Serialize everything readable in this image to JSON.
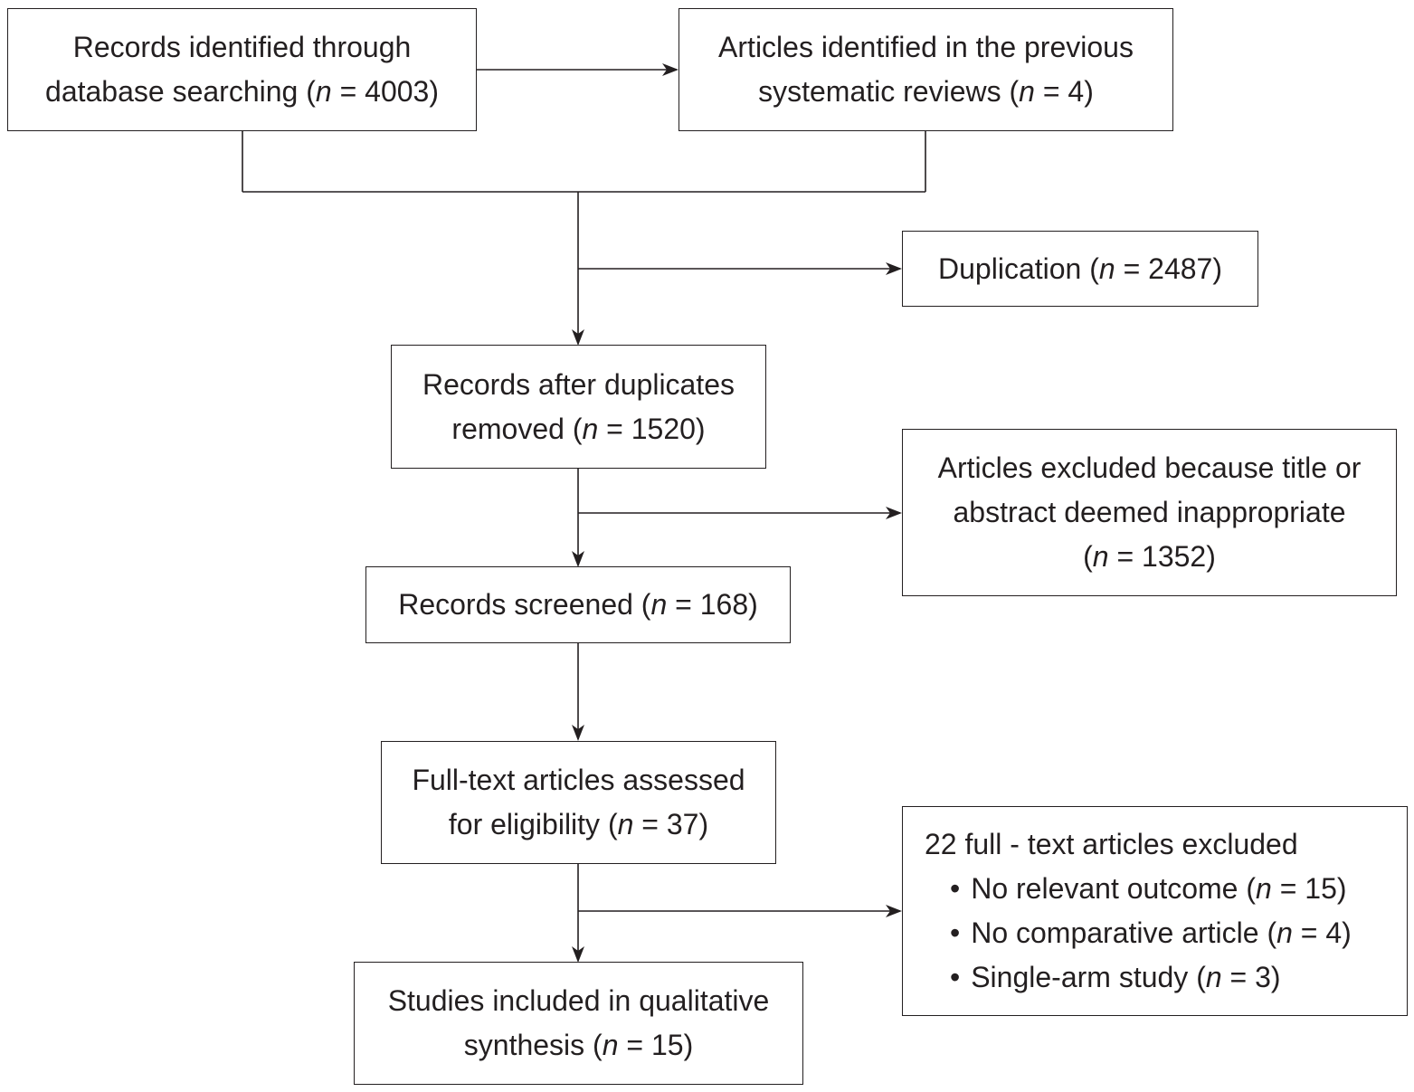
{
  "nodes": {
    "records_identified": {
      "line1": "Records identified through",
      "line2_pre": "database searching (",
      "n_symbol": "n",
      "line2_post": " = 4003)"
    },
    "articles_previous": {
      "line1": "Articles identified in the previous",
      "line2_pre": "systematic reviews (",
      "n_symbol": "n",
      "line2_post": " = 4)"
    },
    "duplication": {
      "line1_pre": "Duplication (",
      "n_symbol": "n",
      "line1_post": " = 2487)"
    },
    "after_duplicates": {
      "line1": "Records after duplicates",
      "line2_pre": "removed (",
      "n_symbol": "n",
      "line2_post": " = 1520)"
    },
    "title_abstract_excluded": {
      "line1": "Articles excluded because title or",
      "line2": "abstract deemed inappropriate",
      "line3_pre": "(",
      "n_symbol": "n",
      "line3_post": " = 1352)"
    },
    "records_screened": {
      "line1_pre": "Records screened (",
      "n_symbol": "n",
      "line1_post": " = 168)"
    },
    "full_text_assessed": {
      "line1": "Full-text articles assessed",
      "line2_pre": "for eligibility (",
      "n_symbol": "n",
      "line2_post": " = 37)"
    },
    "full_text_excluded": {
      "heading": "22 full - text articles excluded",
      "bullet": "•",
      "items": [
        {
          "pre": "No relevant outcome (",
          "n_symbol": "n",
          "post": " = 15)"
        },
        {
          "pre": "No comparative article (",
          "n_symbol": "n",
          "post": " = 4)"
        },
        {
          "pre": "Single-arm study (",
          "n_symbol": "n",
          "post": " = 3)"
        }
      ]
    },
    "studies_included": {
      "line1": "Studies included in qualitative",
      "line2_pre": "synthesis (",
      "n_symbol": "n",
      "line2_post": " = 15)"
    }
  },
  "edges": [
    {
      "from": "records_identified",
      "to": "articles_previous"
    },
    {
      "from": "records_identified",
      "to": "after_duplicates"
    },
    {
      "from": "articles_previous",
      "to": "after_duplicates"
    },
    {
      "from": "main_flow",
      "to": "duplication"
    },
    {
      "from": "after_duplicates",
      "to": "records_screened"
    },
    {
      "from": "main_flow",
      "to": "title_abstract_excluded"
    },
    {
      "from": "records_screened",
      "to": "full_text_assessed"
    },
    {
      "from": "full_text_assessed",
      "to": "studies_included"
    },
    {
      "from": "main_flow",
      "to": "full_text_excluded"
    }
  ],
  "colors": {
    "stroke": "#231f20",
    "background": "#ffffff"
  }
}
